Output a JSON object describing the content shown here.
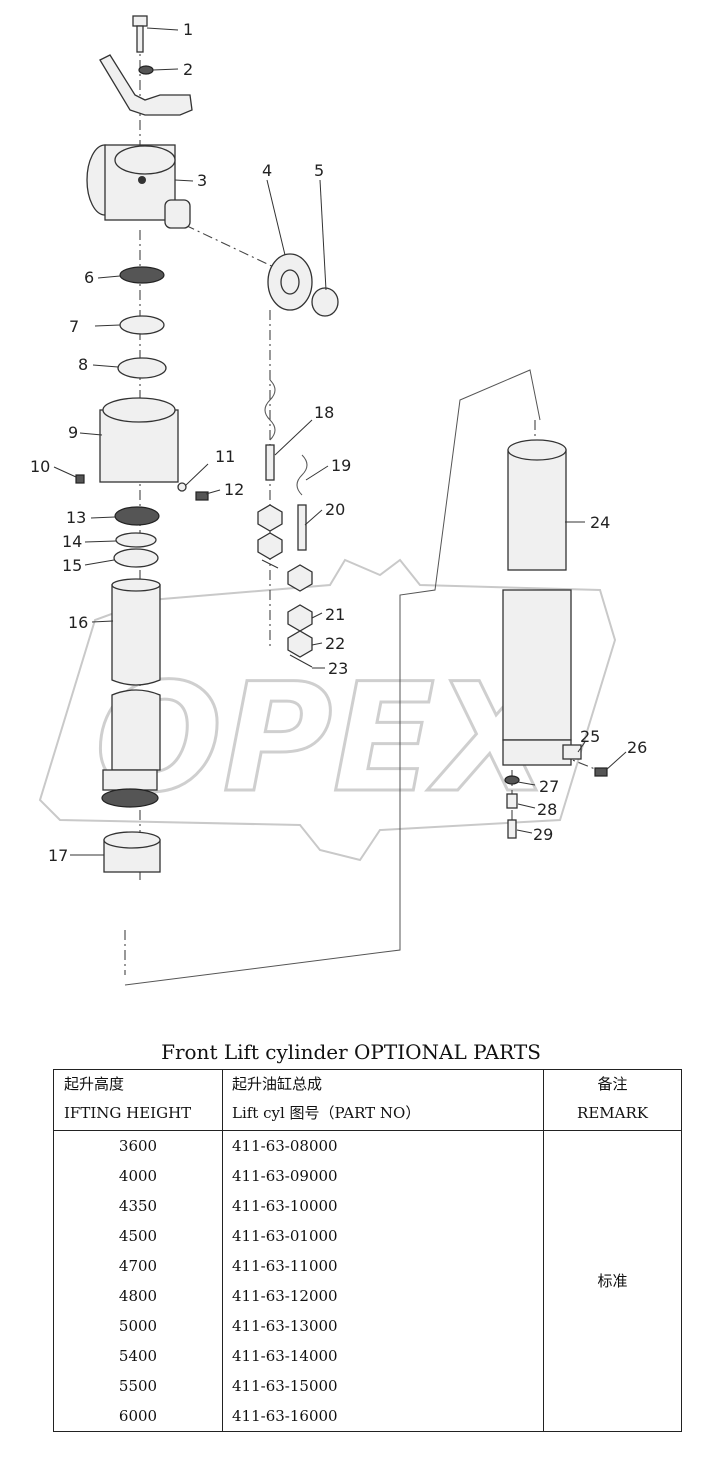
{
  "diagram": {
    "callouts": [
      "1",
      "2",
      "3",
      "4",
      "5",
      "6",
      "7",
      "8",
      "9",
      "10",
      "11",
      "12",
      "13",
      "14",
      "15",
      "16",
      "17",
      "18",
      "19",
      "20",
      "21",
      "22",
      "23",
      "24",
      "25",
      "26",
      "27",
      "28",
      "29"
    ],
    "watermark": "OPEX"
  },
  "table": {
    "title": "Front Lift cylinder OPTIONAL PARTS",
    "headers": {
      "height_cn": "起升高度",
      "height_en": "IFTING HEIGHT",
      "part_cn": "起升油缸总成",
      "part_en": "Lift cyl 图号（PART NO）",
      "remark_cn": "备注",
      "remark_en": "REMARK"
    },
    "rows": [
      {
        "height": "3600",
        "part_no": "411-63-08000"
      },
      {
        "height": "4000",
        "part_no": "411-63-09000"
      },
      {
        "height": "4350",
        "part_no": "411-63-10000"
      },
      {
        "height": "4500",
        "part_no": "411-63-01000"
      },
      {
        "height": "4700",
        "part_no": "411-63-11000"
      },
      {
        "height": "4800",
        "part_no": "411-63-12000"
      },
      {
        "height": "5000",
        "part_no": "411-63-13000"
      },
      {
        "height": "5400",
        "part_no": "411-63-14000"
      },
      {
        "height": "5500",
        "part_no": "411-63-15000"
      },
      {
        "height": "6000",
        "part_no": "411-63-16000"
      }
    ],
    "remark": "标准"
  }
}
